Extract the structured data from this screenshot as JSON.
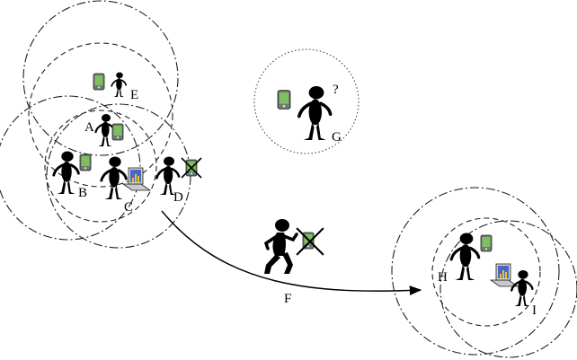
{
  "labels": {
    "a": "A",
    "b": "B",
    "c": "C",
    "d": "D",
    "e": "E",
    "f": "F",
    "g": "G",
    "h": "H",
    "i": "I",
    "question": "?"
  },
  "colors": {
    "ink": "#000000",
    "pda_screen": "#7fbf5f",
    "laptop_screen": "#4a66c8",
    "laptop_bars": "#f0c020",
    "cross": "#000000"
  },
  "icons": [
    "person-silhouette",
    "pda-icon",
    "laptop-icon",
    "cross-mark",
    "arrow"
  ]
}
